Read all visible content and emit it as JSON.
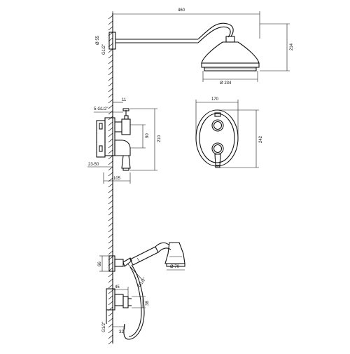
{
  "dimensions": {
    "arm_length": "460",
    "arm_diameter": "Ø 55",
    "arm_thread": "G1/2\"",
    "head_height": "214",
    "head_diameter": "Ø 234",
    "mixer_depth": "11",
    "mixer_outlet_thread": "5-G1/2\"",
    "mixer_spacing": "90",
    "mixer_height": "210",
    "mixer_wall_range": "23-50",
    "mixer_projection": "105",
    "plate_width": "170",
    "plate_height": "242",
    "holder_height": "66",
    "hand_shower_diameter": "Ø 70",
    "hose_thread": "G1/2\"",
    "outlet_width": "45",
    "outlet_height": "38",
    "outlet_thread": "G1/2\"",
    "outlet_depth": "32"
  }
}
